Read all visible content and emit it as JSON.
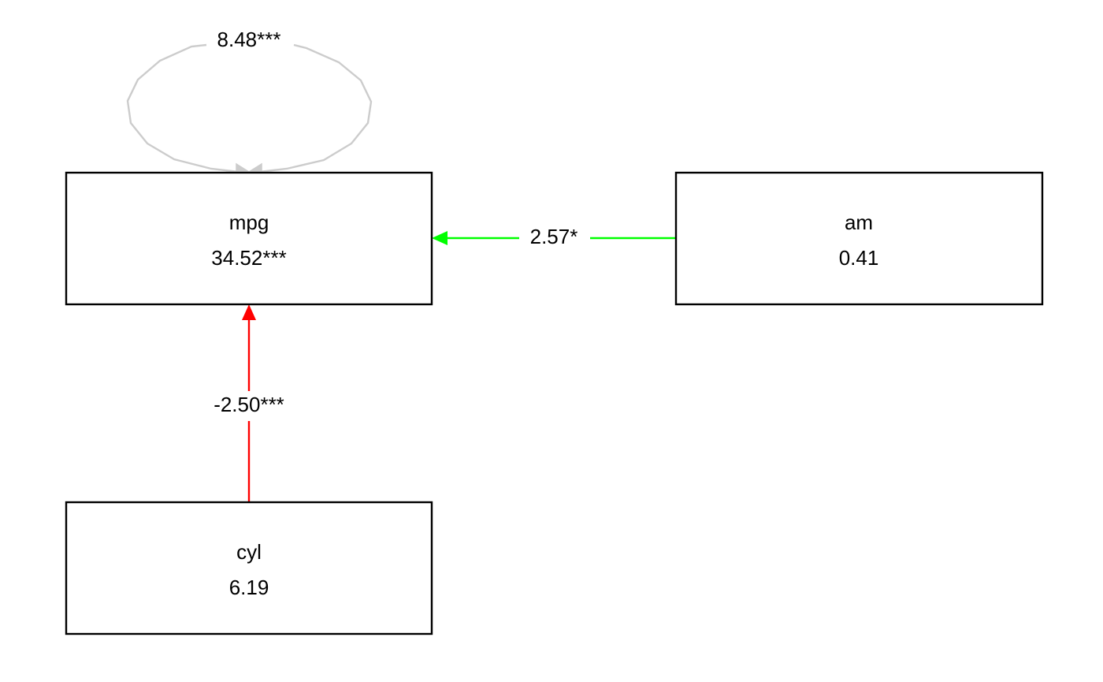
{
  "nodes": {
    "mpg": {
      "name": "mpg",
      "value": "34.52***"
    },
    "am": {
      "name": "am",
      "value": "0.41"
    },
    "cyl": {
      "name": "cyl",
      "value": "6.19"
    }
  },
  "edges": {
    "am_to_mpg": {
      "label": "2.57*",
      "color": "#00ff00"
    },
    "cyl_to_mpg": {
      "label": "-2.50***",
      "color": "#ff0000"
    },
    "mpg_self": {
      "label": "8.48***",
      "color": "#cccccc"
    }
  }
}
